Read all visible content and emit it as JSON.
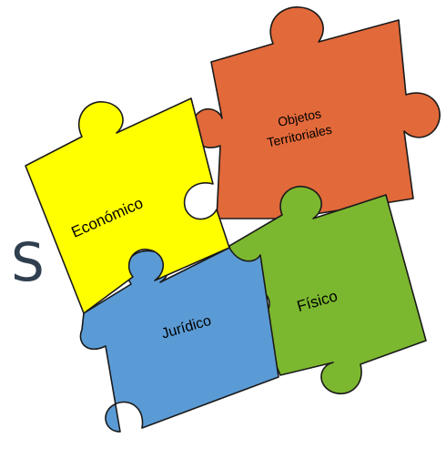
{
  "partial_letter": "S",
  "pieces": {
    "economico": {
      "label": "Económico",
      "color": "#ffff00"
    },
    "objetos": {
      "label_line1": "Objetos",
      "label_line2": "Territoriales",
      "color": "#e2693a"
    },
    "juridico": {
      "label": "Jurídico",
      "color": "#5b9bd5"
    },
    "fisico": {
      "label": "Físico",
      "color": "#7cb82f"
    }
  }
}
